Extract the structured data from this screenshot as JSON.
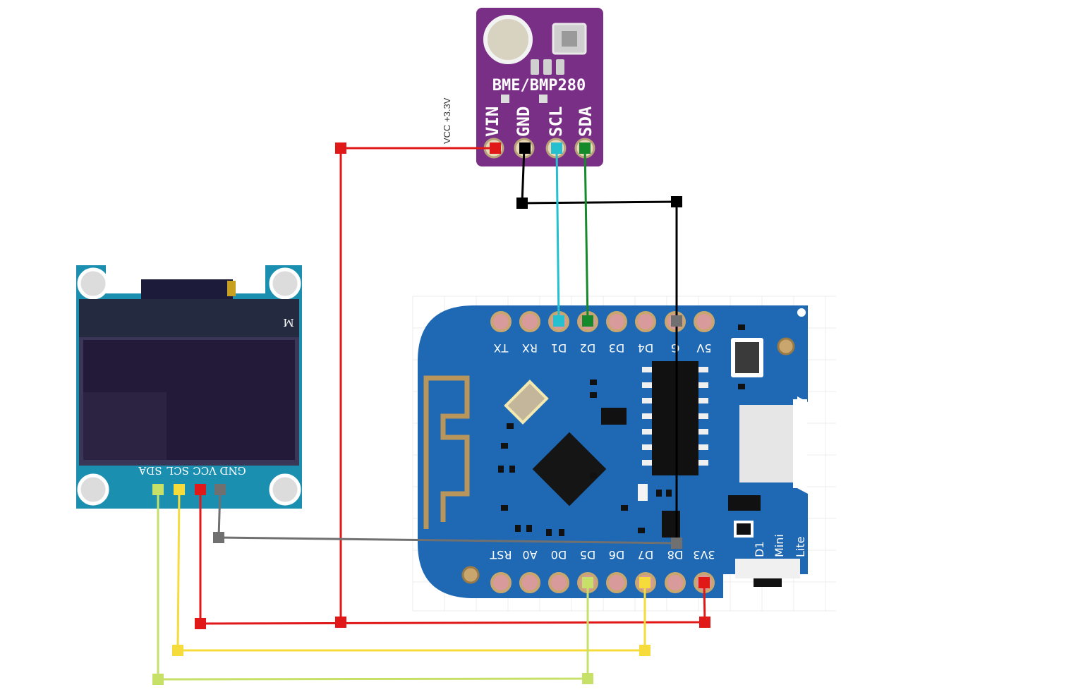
{
  "bme": {
    "title": "BME/BMP280",
    "pins": [
      "VIN",
      "GND",
      "SCL",
      "SDA"
    ]
  },
  "vcc_note": "VCC +3.3V",
  "oled": {
    "pins": [
      "GND",
      "VCC",
      "SCL",
      "SDA"
    ],
    "corner_mark": "M"
  },
  "d1mini": {
    "top_pins": [
      "5V",
      "G",
      "D4",
      "D3",
      "D2",
      "D1",
      "RX",
      "TX"
    ],
    "bottom_pins": [
      "3V3",
      "D8",
      "D7",
      "D6",
      "D5",
      "D0",
      "A0",
      "RST"
    ],
    "brand": [
      "D1",
      "Mini",
      "Lite"
    ]
  },
  "colors": {
    "vcc_wire": "#e01818",
    "gnd_wire": "#000000",
    "scl_wire": "#25c0d0",
    "sda_wire": "#148a2a",
    "oled_gnd_wire": "#707070",
    "oled_scl_wire": "#f5dc3a",
    "oled_sda_wire": "#c6e068",
    "d1_board": "#1f69b4",
    "bme_board": "#7a2f86",
    "oled_board": "#1a8fb0"
  }
}
